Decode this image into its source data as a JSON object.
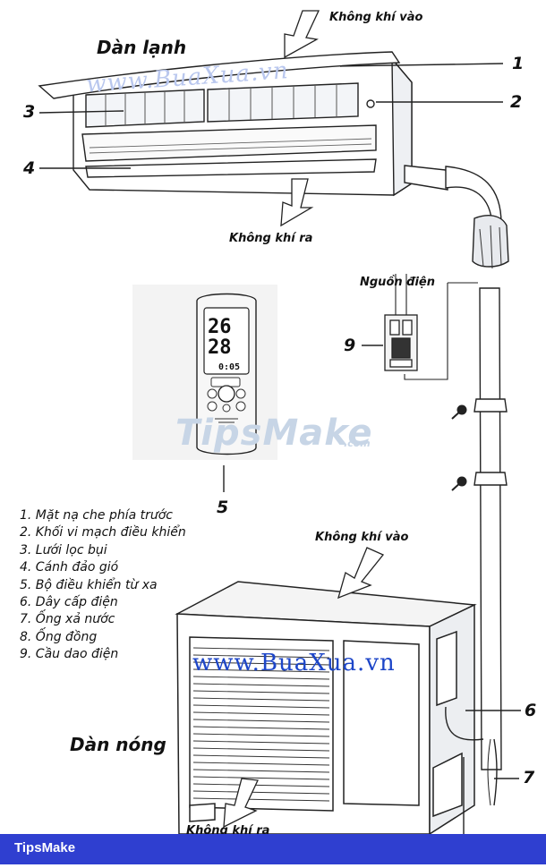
{
  "labels": {
    "air_in_top": "Không khí vào",
    "indoor_unit": "Dàn lạnh",
    "air_out_indoor": "Không khí ra",
    "power_source": "Nguồn điện",
    "air_in_outdoor": "Không khí vào",
    "outdoor_unit": "Dàn nóng",
    "air_out_outdoor_partial": "Không khí ra"
  },
  "callouts": [
    "1",
    "2",
    "3",
    "4",
    "5",
    "6",
    "7",
    "9"
  ],
  "legend": [
    "1. Mặt nạ che phía trước",
    "2. Khối vi mạch điều khiển",
    "3. Lưới lọc bụi",
    "4. Cánh đảo gió",
    "5. Bộ điều khiển từ xa",
    "6. Dây cấp điện",
    "7. Ống xả nước",
    "8. Ống đồng",
    "9. Cầu dao điện"
  ],
  "remote_display": {
    "temp_1": "26",
    "temp_2": "28",
    "time": "0:05"
  },
  "watermarks": {
    "indoor": "www.BuaXua.vn",
    "outdoor": "www.BuaXua.vn",
    "tips": "TipsMake",
    "tips_domain": ".com"
  },
  "footer": {
    "brand": "TipsMake"
  },
  "colors": {
    "footer_bg": "#2f3fd0",
    "watermark_blue": "#1d46c8"
  }
}
